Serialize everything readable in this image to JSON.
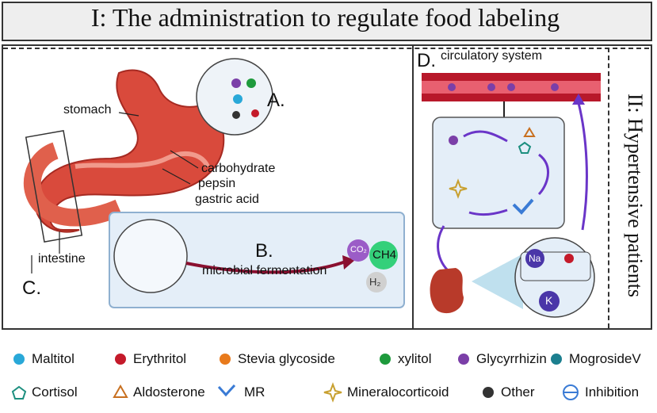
{
  "title": "I: The administration to regulate food labeling",
  "panel_right": {
    "roman": "II:",
    "label": "Hypertensive patients"
  },
  "labels": {
    "stomach": "stomach",
    "carbohydrate": "carbohydrate",
    "pepsin": "pepsin",
    "gastric_acid": "gastric acid",
    "intestine": "intestine",
    "a": "A.",
    "b": "B.",
    "c": "C.",
    "d": "D.",
    "circulatory": "circulatory system",
    "microbial": "microbial fermentation",
    "co2": "CO₂",
    "ch4": "CH4",
    "h2": "H₂",
    "na": "Na",
    "k": "K"
  },
  "legend": {
    "row1": [
      "Maltitol",
      "Erythritol",
      "Stevia glycoside",
      "xylitol",
      "Glycyrrhizin",
      "MogrosideV"
    ],
    "row2": [
      "Cortisol",
      "Aldosterone",
      "MR",
      "Mineralocorticoid",
      "Other",
      "Inhibition"
    ]
  },
  "colors": {
    "maltitol": "#29a8d8",
    "erythritol": "#c41a2a",
    "stevia": "#e87a1c",
    "xylitol": "#1e9a3c",
    "glycyrrhizin": "#7b3fa8",
    "mogroside": "#1c7f8f",
    "arrow_purple": "#6a35c8",
    "stomach": "#d94a3c",
    "vessel": "#b8182a",
    "panel_bg": "#e4eef8"
  }
}
